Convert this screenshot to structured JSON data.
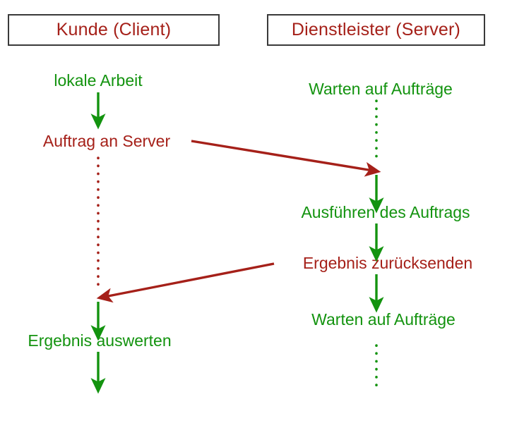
{
  "diagram": {
    "title_client": "Kunde (Client)",
    "title_server": "Dienstleister (Server)",
    "colors": {
      "text_green": "#13930f",
      "text_red": "#a52019",
      "box_border": "#3a3a3a",
      "background": "#ffffff"
    },
    "client_lane": {
      "steps": [
        {
          "id": "lokale-arbeit",
          "label": "lokale Arbeit",
          "color": "green"
        },
        {
          "id": "auftrag-an-server",
          "label": "Auftrag an Server",
          "color": "red"
        },
        {
          "id": "ergebnis-auswerten",
          "label": "Ergebnis auswerten",
          "color": "green"
        }
      ]
    },
    "server_lane": {
      "steps": [
        {
          "id": "warten-auf-auftraege-1",
          "label": "Warten auf Aufträge",
          "color": "green"
        },
        {
          "id": "ausfuehren-des-auftrags",
          "label": "Ausführen des Auftrags",
          "color": "green"
        },
        {
          "id": "ergebnis-zuruecksenden",
          "label": "Ergebnis zurücksenden",
          "color": "red"
        },
        {
          "id": "warten-auf-auftraege-2",
          "label": "Warten auf Aufträge",
          "color": "green"
        }
      ]
    },
    "connectors": [
      {
        "id": "request-message",
        "kind": "message",
        "from": "auftrag-an-server",
        "to": "warten-auf-auftraege-1",
        "color": "red",
        "direction": "client-to-server"
      },
      {
        "id": "response-message",
        "kind": "message",
        "from": "ergebnis-zuruecksenden",
        "to": "ergebnis-auswerten",
        "color": "red",
        "direction": "server-to-client"
      }
    ]
  }
}
